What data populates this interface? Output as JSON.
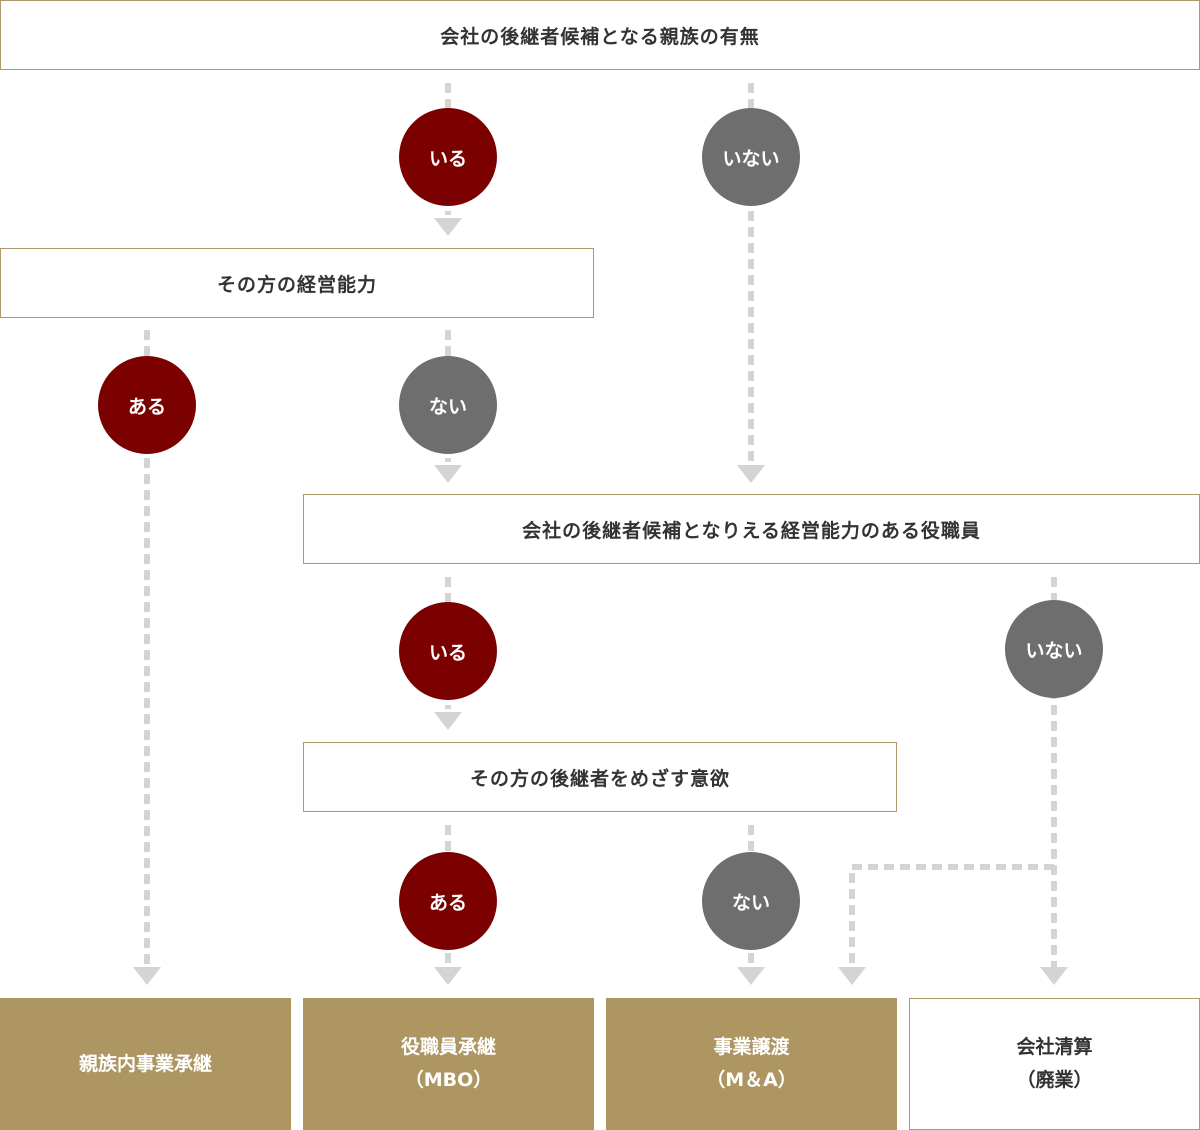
{
  "diagram": {
    "questions": {
      "q1": "会社の後継者候補となる親族の有無",
      "q2": "その方の経営能力",
      "q3": "会社の後継者候補となりえる経営能力のある役職員",
      "q4": "その方の後継者をめざす意欲"
    },
    "answers": {
      "q1_yes": "いる",
      "q1_no": "いない",
      "q2_yes": "ある",
      "q2_no": "ない",
      "q3_yes": "いる",
      "q3_no": "いない",
      "q4_yes": "ある",
      "q4_no": "ない"
    },
    "results": {
      "r1": {
        "line1": "親族内事業承継",
        "line2": ""
      },
      "r2": {
        "line1": "役職員承継",
        "line2": "（MBO）"
      },
      "r3": {
        "line1": "事業譲渡",
        "line2": "（M＆A）"
      },
      "r4": {
        "line1": "会社清算",
        "line2": "（廃業）"
      }
    },
    "colors": {
      "yes": "#7b0000",
      "no": "#6e6e6e",
      "result_gold": "#ad9661",
      "border": "#b0986a",
      "connector": "#d4d4d4"
    }
  }
}
